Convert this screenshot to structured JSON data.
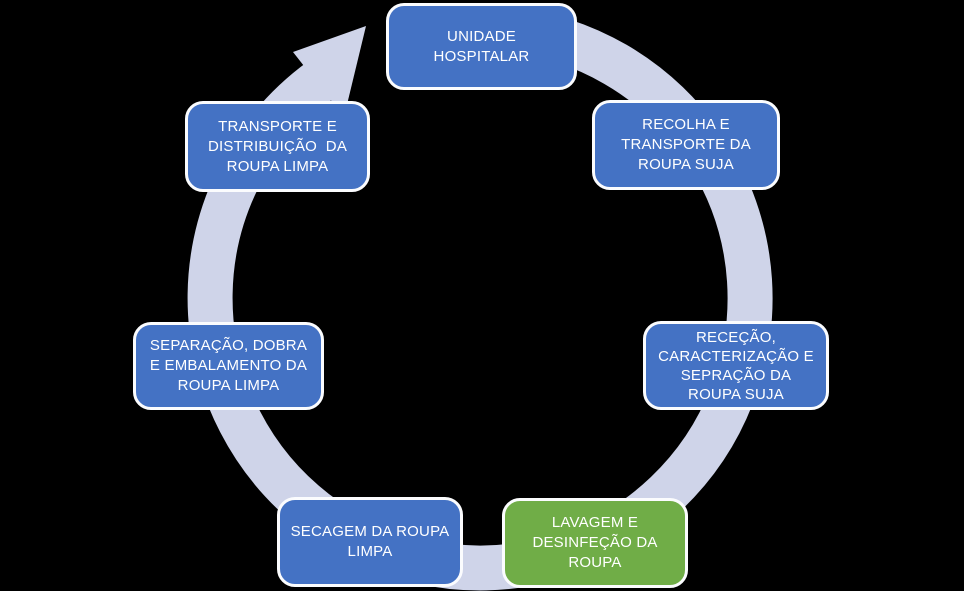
{
  "diagram": {
    "type": "cycle",
    "direction": "clockwise",
    "colors": {
      "background": "#000000",
      "ring": "#CFD4E9",
      "node_fill": "#4472C4",
      "node_highlight_fill": "#70AD47",
      "node_border": "#FFFFFF",
      "node_text": "#FFFFFF"
    },
    "nodes": [
      {
        "id": "unidade-hospitalar",
        "label": "UNIDADE\nHOSPITALAR",
        "highlight": false
      },
      {
        "id": "recolha-transporte-roupa-suja",
        "label": "RECOLHA E\nTRANSPORTE DA\nROUPA SUJA",
        "highlight": false
      },
      {
        "id": "rececao-caracterizacao-sepracao",
        "label": "RECEÇÃO,\nCARACTERIZAÇÃO E\nSEPRAÇÃO DA\nROUPA SUJA",
        "highlight": false
      },
      {
        "id": "lavagem-desinfecao-roupa",
        "label": "LAVAGEM E\nDESINFEÇÃO DA\nROUPA",
        "highlight": true
      },
      {
        "id": "secagem-roupa-limpa",
        "label": "SECAGEM DA ROUPA\nLIMPA",
        "highlight": false
      },
      {
        "id": "separacao-dobra-embalamento",
        "label": "SEPARAÇÃO, DOBRA\nE EMBALAMENTO DA\nROUPA LIMPA",
        "highlight": false
      },
      {
        "id": "transporte-distribuicao-roupa-limpa",
        "label": "TRANSPORTE E\nDISTRIBUIÇÃO  DA\nROUPA LIMPA",
        "highlight": false
      }
    ]
  }
}
